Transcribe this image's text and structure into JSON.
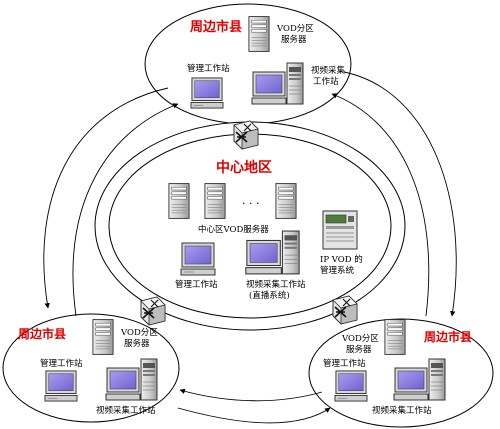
{
  "regions": {
    "top": {
      "title": "周边市县",
      "vod_server": [
        "VOD分区",
        "服务器"
      ],
      "mgmt": "管理工作站",
      "capture": [
        "视频采集",
        "工作站"
      ]
    },
    "center": {
      "title": "中心地区",
      "ellipsis": "· · ·",
      "vod_servers": "中心区VOD服务器",
      "ip_vod": [
        "IP VOD 的",
        "管理系统"
      ],
      "mgmt": "管理工作站",
      "capture": [
        "视频采集工作站",
        "(直播系统)"
      ]
    },
    "left": {
      "title": "周边市县",
      "vod_server": [
        "VOD分区",
        "服务器"
      ],
      "mgmt": "管理工作站",
      "capture": "视频采集工作站"
    },
    "right": {
      "title": "周边市县",
      "vod_server": [
        "VOD分区",
        "服务器"
      ],
      "mgmt": "管理工作站",
      "capture": "视频采集工作站"
    }
  },
  "colors": {
    "region_title": "#e00000",
    "screen": "#8a7fe0",
    "server": "#c8c8c8"
  },
  "icons": [
    "server-icon",
    "workstation-icon",
    "switch-icon",
    "ip-vod-management-icon"
  ]
}
